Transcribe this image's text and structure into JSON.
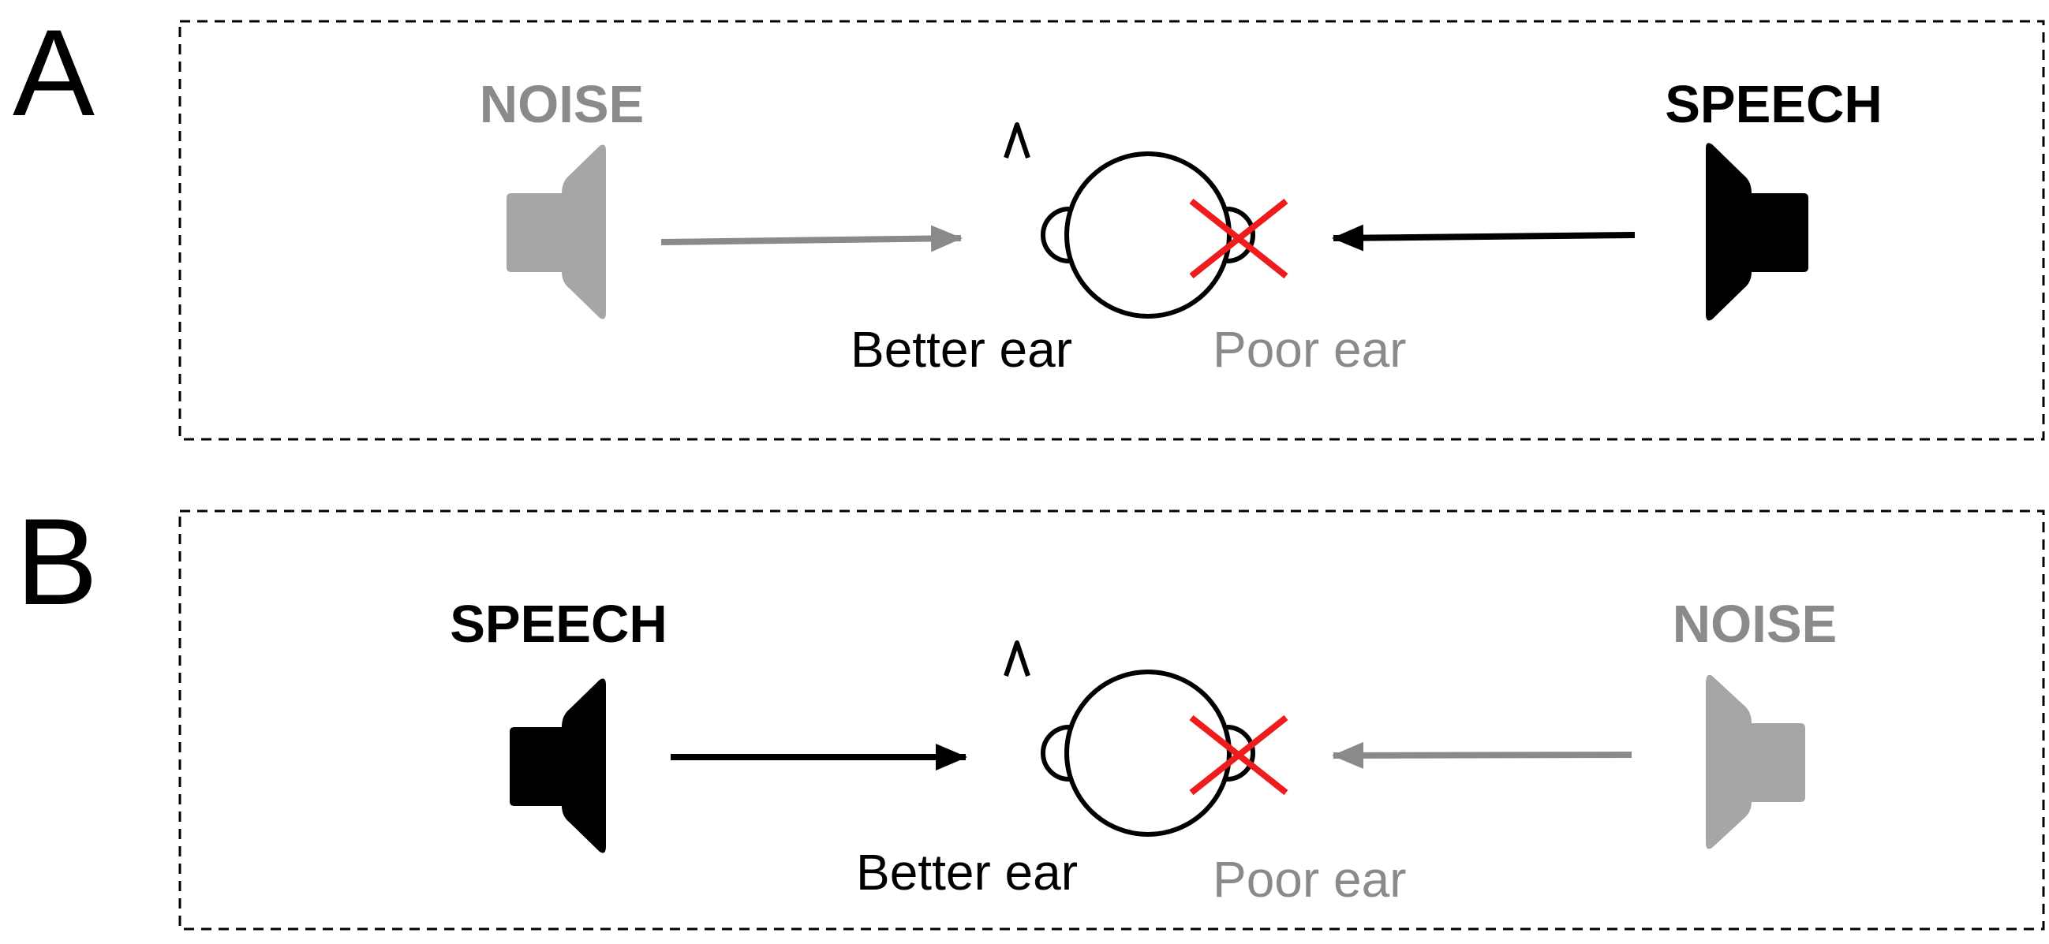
{
  "colors": {
    "noise": "#8a8a8a",
    "speaker_noise": "#a6a6a6",
    "speech": "#000000",
    "poor_ear_label": "#8a8a8a",
    "cross": "#ee1c1c",
    "frame": "#000000"
  },
  "panels": [
    {
      "letter": "A",
      "left_source": {
        "label": "NOISE",
        "type": "noise",
        "icon": "speaker-icon"
      },
      "right_source": {
        "label": "SPEECH",
        "type": "speech",
        "icon": "speaker-icon"
      },
      "better_ear_label": "Better ear",
      "poor_ear_label": "Poor ear"
    },
    {
      "letter": "B",
      "left_source": {
        "label": "SPEECH",
        "type": "speech",
        "icon": "speaker-icon"
      },
      "right_source": {
        "label": "NOISE",
        "type": "noise",
        "icon": "speaker-icon"
      },
      "better_ear_label": "Better ear",
      "poor_ear_label": "Poor ear"
    }
  ]
}
